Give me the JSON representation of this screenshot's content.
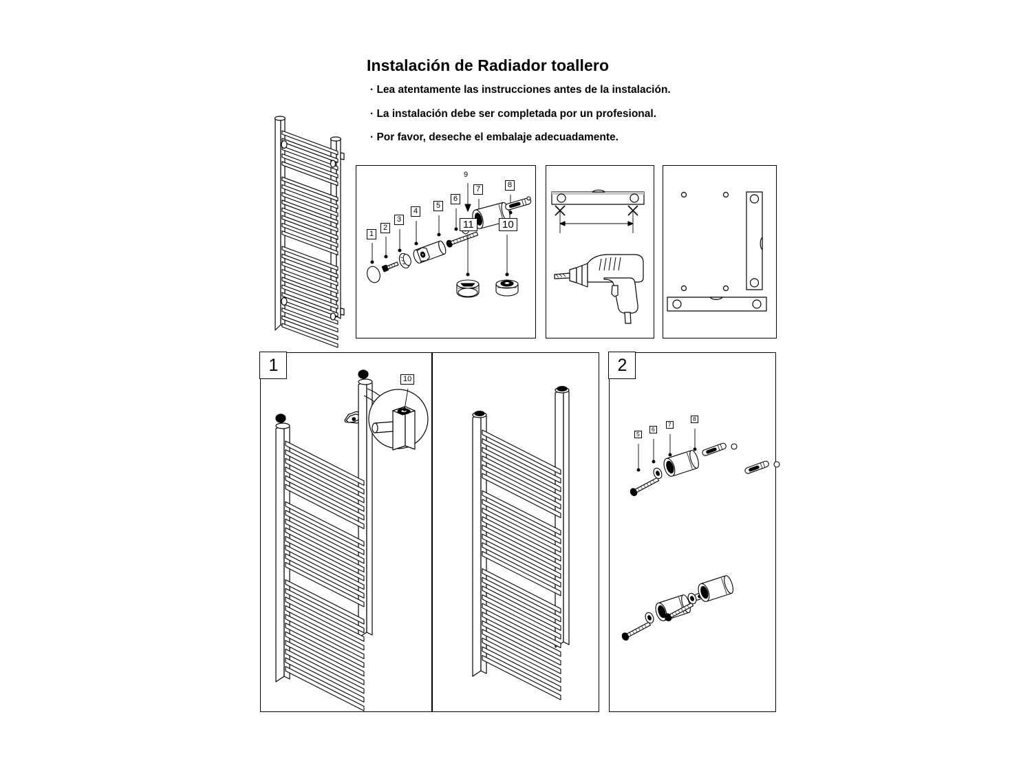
{
  "document": {
    "title": "Instalación de Radiador toallero",
    "bullets": [
      "· Lea atentamente las instrucciones antes de la instalación.",
      "· La instalación debe ser completada por un profesional.",
      "· Por favor, deseche el embalaje adecuadamente."
    ],
    "language": "es"
  },
  "product": {
    "name": "Radiador toallero",
    "illustration": "towel-rail-radiator-isometric"
  },
  "panels": {
    "parts_list": {
      "name": "parts-exploded-view",
      "callouts": [
        {
          "id": "1",
          "label": "1",
          "part": "end-cap"
        },
        {
          "id": "2",
          "label": "2",
          "part": "screw"
        },
        {
          "id": "3",
          "label": "3",
          "part": "washer-ring"
        },
        {
          "id": "4",
          "label": "4",
          "part": "bracket-body"
        },
        {
          "id": "5",
          "label": "5",
          "part": "long-bolt"
        },
        {
          "id": "6",
          "label": "6",
          "part": "flat-washer"
        },
        {
          "id": "7",
          "label": "7",
          "part": "sleeve"
        },
        {
          "id": "8",
          "label": "8",
          "part": "wall-anchor"
        },
        {
          "id": "9",
          "label": "9",
          "part": "assembly-direction-arrow"
        },
        {
          "id": "10",
          "label": "10",
          "part": "air-vent-plug"
        },
        {
          "id": "11",
          "label": "11",
          "part": "blind-plug"
        }
      ]
    },
    "drilling": {
      "name": "drilling-panel",
      "items": [
        "spirit-level",
        "drill-marks",
        "power-drill"
      ]
    },
    "wall_layout": {
      "name": "wall-hole-layout-panel",
      "items": [
        "vertical-level",
        "horizontal-level",
        "drill-holes"
      ]
    }
  },
  "steps": [
    {
      "number": "1",
      "name": "step-1",
      "callouts": [
        {
          "label": "10",
          "part": "air-vent-plug"
        }
      ],
      "tools": [
        "adjustable-wrench"
      ],
      "detail_view": "magnified-plug-detail"
    },
    {
      "number": "2",
      "name": "step-2",
      "callouts": [
        {
          "label": "5",
          "part": "long-bolt"
        },
        {
          "label": "6",
          "part": "flat-washer"
        },
        {
          "label": "7",
          "part": "sleeve"
        },
        {
          "label": "8",
          "part": "wall-anchor"
        }
      ],
      "assemblies": 2
    }
  ],
  "colors": {
    "line": "#000000",
    "fill": "#ffffff",
    "shade_light": "#f2f2f2",
    "shade_mid": "#d8d8d8",
    "shadow": "#8a8a8a"
  }
}
